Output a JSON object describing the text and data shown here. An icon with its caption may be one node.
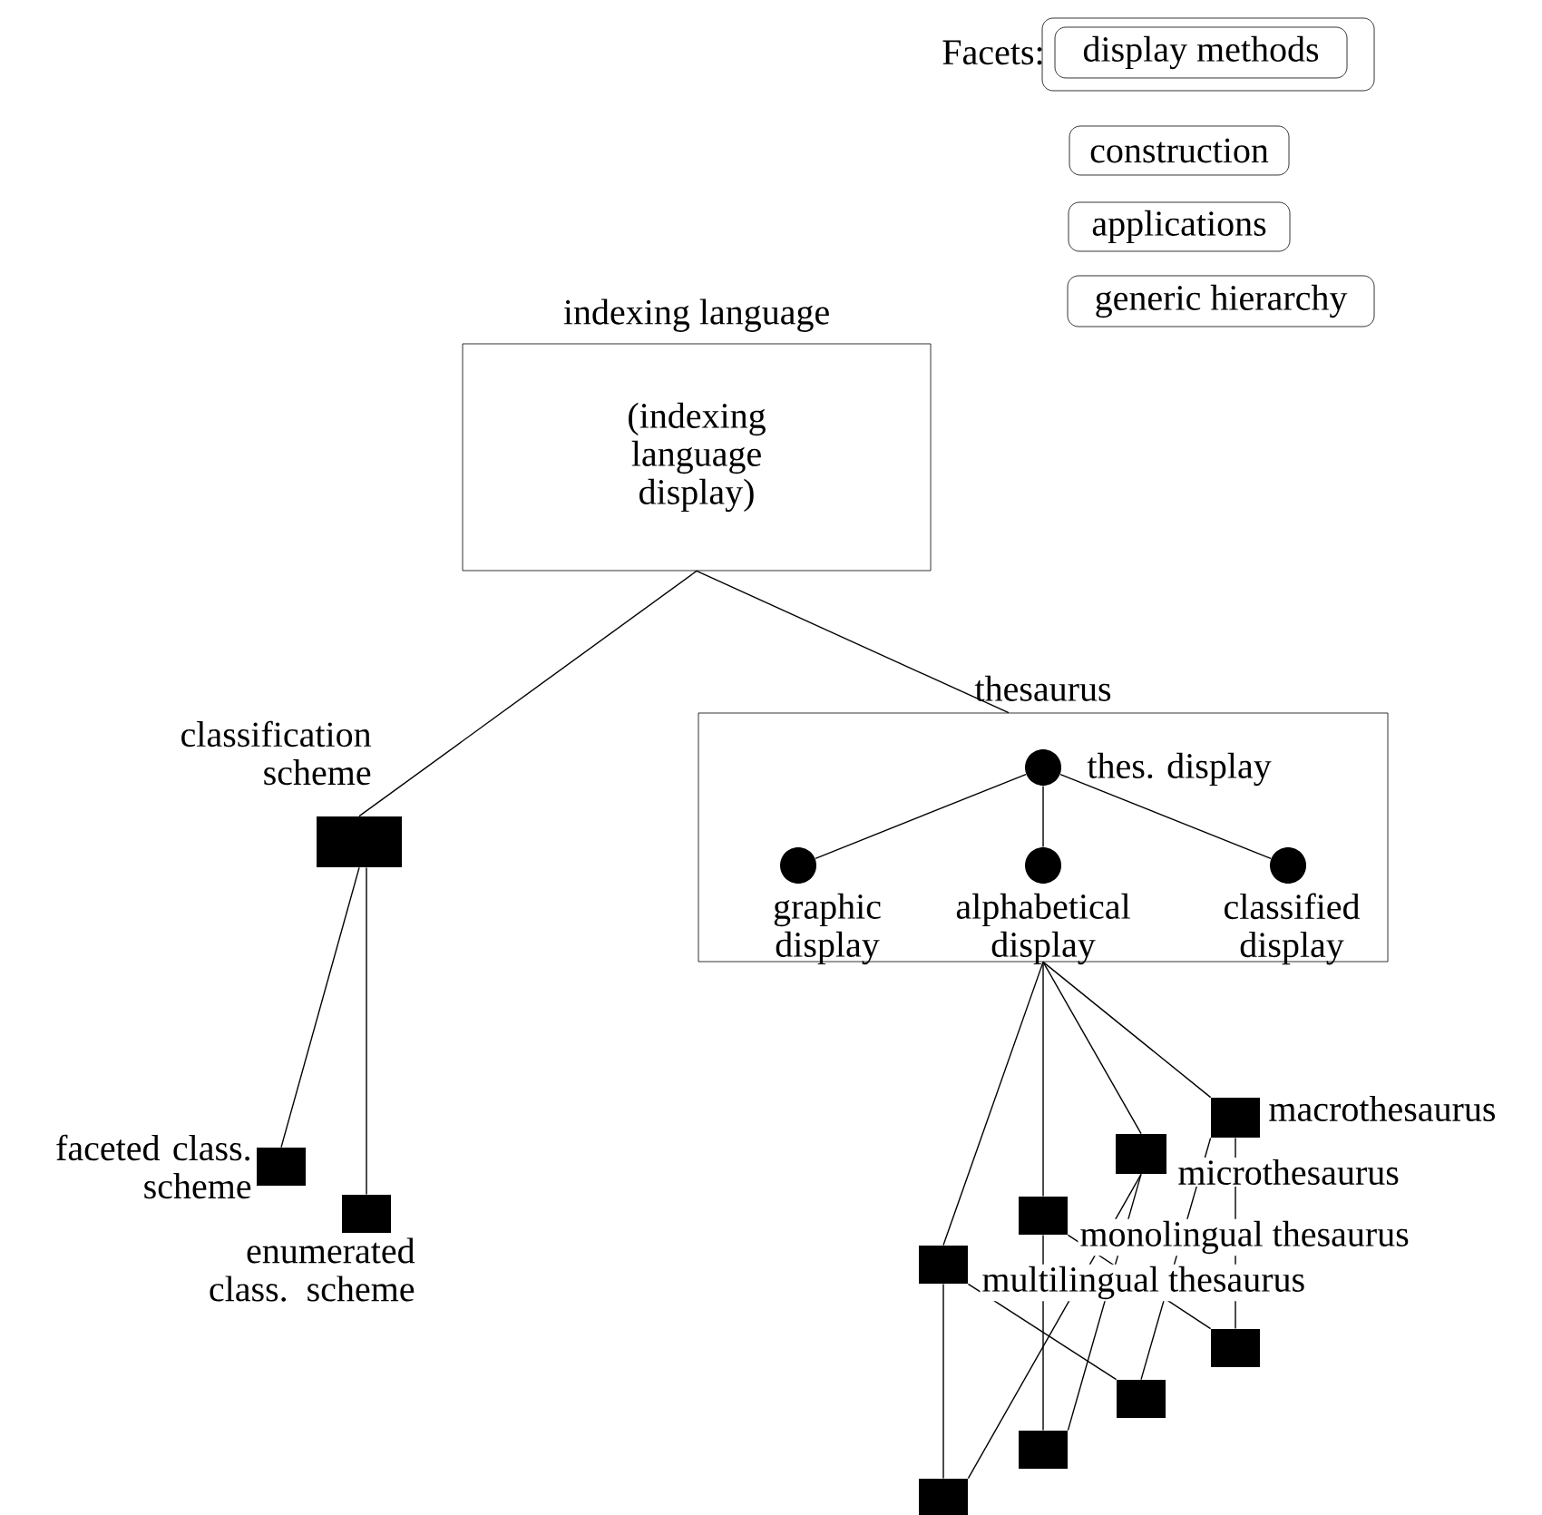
{
  "diagram": {
    "nodes": [
      {
        "text": [],
        "shape": "box"
      },
      {
        "text": [
          "display methods"
        ],
        "in": 0
      },
      {
        "text": [
          "construction"
        ]
      },
      {
        "text": [
          "applications"
        ]
      },
      {
        "text": [
          "generic hierarchy"
        ]
      },
      {
        "text": [
          "indexing language",
          "(indexing language display)"
        ]
      },
      {
        "text": [
          "thesaurus"
        ]
      },
      {
        "text": [],
        "shape": "circle",
        "in": 6,
        "beside": [
          "thes. display"
        ]
      },
      {
        "text": [],
        "shape": "circle",
        "in": 6,
        "beside": [
          "graphic display"
        ]
      },
      {
        "text": [],
        "shape": "circle",
        "in": 6,
        "beside": [
          "alphabetical display"
        ]
      },
      {
        "text": [],
        "shape": "circle",
        "in": 6,
        "beside": [
          "classified display"
        ]
      },
      {
        "text": [],
        "shape": "box",
        "beside": [
          "classification scheme"
        ]
      },
      {
        "text": [],
        "shape": "box",
        "beside": [
          "macrothesaurus"
        ]
      },
      {
        "text": [],
        "shape": "box",
        "beside": [
          "microthesaurus"
        ]
      },
      {
        "text": [],
        "shape": "box",
        "beside": [
          "faceted class. scheme"
        ]
      },
      {
        "text": [],
        "shape": "box",
        "beside": [
          "monolingual thesaurus"
        ]
      },
      {
        "text": [],
        "shape": "box",
        "beside": [
          "enumerated class. scheme"
        ]
      },
      {
        "text": [],
        "shape": "box",
        "beside": [
          "multilingual thesaurus"
        ]
      },
      {
        "text": [],
        "shape": "box"
      },
      {
        "text": [],
        "shape": "box"
      },
      {
        "text": [],
        "shape": "box"
      },
      {
        "text": [],
        "shape": "box"
      }
    ],
    "edges": [
      {
        "from": 5,
        "to": 11,
        "arrow": "none"
      },
      {
        "from": 5,
        "to": 6,
        "arrow": "none"
      },
      {
        "from": 7,
        "to": 8,
        "arrow": "none"
      },
      {
        "from": 7,
        "to": 9,
        "arrow": "none"
      },
      {
        "from": 7,
        "to": 10,
        "arrow": "none"
      },
      {
        "from": 11,
        "to": 14,
        "arrow": "none"
      },
      {
        "from": 11,
        "to": 16,
        "arrow": "none"
      },
      {
        "from": 6,
        "to": 17,
        "arrow": "none"
      },
      {
        "from": 6,
        "to": 15,
        "arrow": "none"
      },
      {
        "from": 6,
        "to": 13,
        "arrow": "none"
      },
      {
        "from": 6,
        "to": 12,
        "arrow": "none"
      },
      {
        "from": 17,
        "to": 21,
        "arrow": "none"
      },
      {
        "from": 17,
        "to": 19,
        "arrow": "none"
      },
      {
        "from": 15,
        "to": 18,
        "arrow": "none"
      },
      {
        "from": 15,
        "to": 20,
        "arrow": "none"
      },
      {
        "from": 13,
        "to": 21,
        "arrow": "none"
      },
      {
        "from": 13,
        "to": 20,
        "arrow": "none"
      },
      {
        "from": 12,
        "to": 18,
        "arrow": "none"
      },
      {
        "from": 12,
        "to": 19,
        "arrow": "none"
      }
    ],
    "labels": [
      "Facets:"
    ]
  }
}
